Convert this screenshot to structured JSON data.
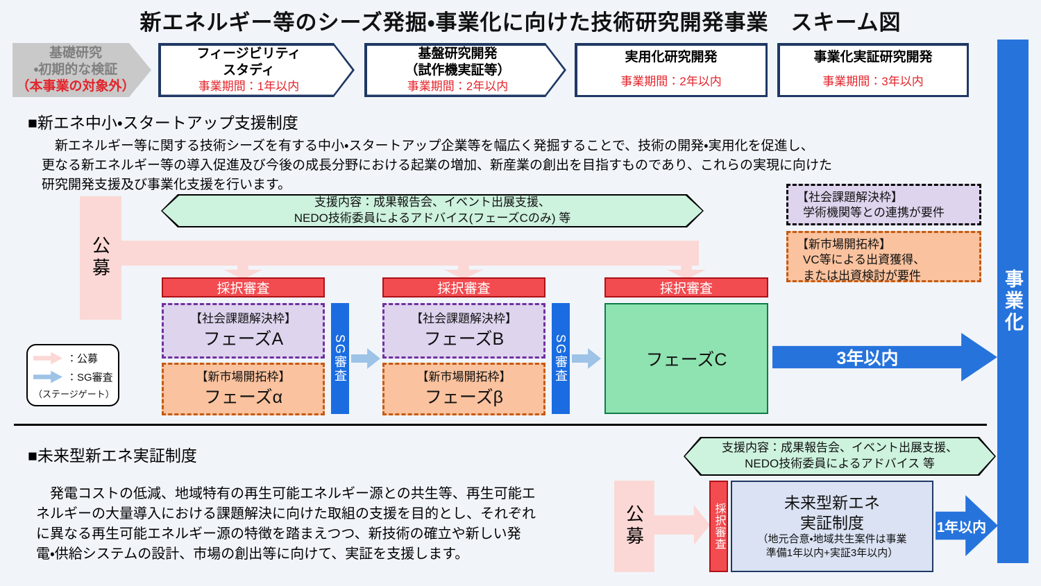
{
  "page": {
    "title": "新エネルギー等のシーズ発掘・事業化に向けた技術研究開発事業　スキーム図"
  },
  "colors": {
    "background": "#f1f5fa",
    "navy_border": "#1f3864",
    "pink": "#fbd8d5",
    "red_box": "#f24b50",
    "purple_fill": "#ded4ee",
    "purple_border": "#7030a0",
    "orange_fill": "#fac29e",
    "orange_border": "#c55a11",
    "green_fill": "#8fe3b1",
    "hex_green": "#cdf2de",
    "blue": "#2673dc",
    "light_blue_arrow": "#9dc3e6",
    "red_text": "#e3242b",
    "gray_arrow": "#c9c9c9"
  },
  "top_flow": {
    "pre_stage": {
      "line1": "基礎研究",
      "line2": "・初期的な検証",
      "line3": "（本事業の対象外）"
    },
    "stages": [
      {
        "title1": "フィージビリティ",
        "title2": "スタディ",
        "period": "事業期間：1年以内"
      },
      {
        "title1": "基盤研究開発",
        "title2": "（試作機実証等）",
        "period": "事業期間：2年以内"
      },
      {
        "title1": "実用化研究開発",
        "title2": "",
        "period": "事業期間：2年以内"
      },
      {
        "title1": "事業化実証研究開発",
        "title2": "",
        "period": "事業期間：3年以内"
      }
    ],
    "business_label": "事業化"
  },
  "section1": {
    "heading": "■新エネ中小・スタートアップ支援制度",
    "paragraph": [
      "　新エネルギー等に関する技術シーズを有する中小・スタートアップ企業等を幅広く発掘することで、技術の開発・実用化を促進し、",
      "更なる新エネルギー等の導入促進及び今後の成長分野における起業の増加、新産業の創出を目指すものであり、これらの実現に向けた",
      "研究開発支援及び事業化支援を行います。"
    ],
    "support_banner": {
      "line1": "支援内容：成果報告会、イベント出展支援、",
      "line2": "NEDO技術委員によるアドバイス(フェーズCのみ) 等"
    },
    "koubo_label": "公募",
    "adoption_label": "採択審査",
    "sg_label": "SG審査",
    "phases": {
      "a": {
        "frame": "【社会課題解決枠】",
        "name": "フェーズA"
      },
      "alpha": {
        "frame": "【新市場開拓枠】",
        "name": "フェーズα"
      },
      "b": {
        "frame": "【社会課題解決枠】",
        "name": "フェーズB"
      },
      "beta": {
        "frame": "【新市場開拓枠】",
        "name": "フェーズβ"
      },
      "c": {
        "name": "フェーズC"
      }
    },
    "arrow_3y": "3年以内",
    "info_social": {
      "line1": "【社会課題解決枠】",
      "line2": "学術機関等との連携が要件"
    },
    "info_market": {
      "line1": "【新市場開拓枠】",
      "line2": "VC等による出資獲得、",
      "line3": "または出資検討が要件"
    },
    "legend": {
      "koubo": "：公募",
      "sg": "：SG審査",
      "sg_note": "（ステージゲート）"
    }
  },
  "section2": {
    "heading": "■未来型新エネ実証制度",
    "paragraph": [
      "　発電コストの低減、地域特有の再生可能エネルギー源との共生等、再生可能エ",
      "ネルギーの大量導入における課題解決に向けた取組の支援を目的とし、それぞれ",
      "に異なる再生可能エネルギー源の特徴を踏まえつつ、新技術の確立や新しい発",
      "電・供給システムの設計、市場の創出等に向けて、実証を支援します。"
    ],
    "support_banner": {
      "line1": "支援内容：成果報告会、イベント出展支援、",
      "line2": "NEDO技術委員によるアドバイス 等"
    },
    "koubo_label": "公募",
    "adoption_label": "採択審査",
    "demo_box": {
      "line1": "未来型新エネ",
      "line2": "実証制度",
      "line3": "（地元合意・地域共生案件は事業",
      "line4": "準備1年以内+実証3年以内）"
    },
    "arrow_1y": "1年以内"
  }
}
